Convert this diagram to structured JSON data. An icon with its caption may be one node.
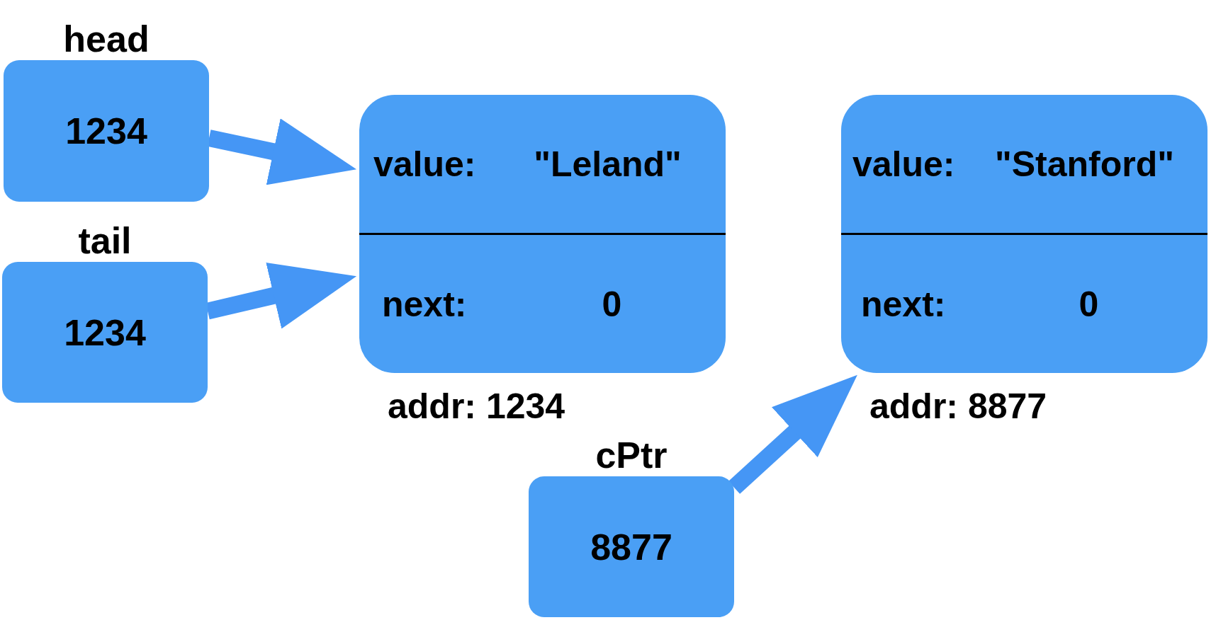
{
  "diagram": {
    "nodes": [
      {
        "text": [
          "head",
          "1234"
        ]
      },
      {
        "text": [
          "tail",
          "1234"
        ]
      },
      {
        "text": [
          "value:",
          "\"Leland\"",
          "next:",
          "0"
        ],
        "beside": [
          "addr: 1234"
        ]
      },
      {
        "text": [
          "value:",
          "\"Stanford\"",
          "next:",
          "0"
        ],
        "beside": [
          "addr: 8877"
        ]
      },
      {
        "text": [
          "cPtr",
          "8877"
        ]
      }
    ],
    "edges": [
      {
        "from": 0,
        "to": 2,
        "arrow": "to"
      },
      {
        "from": 1,
        "to": 2,
        "arrow": "to"
      },
      {
        "from": 4,
        "to": 3,
        "arrow": "to"
      }
    ]
  }
}
